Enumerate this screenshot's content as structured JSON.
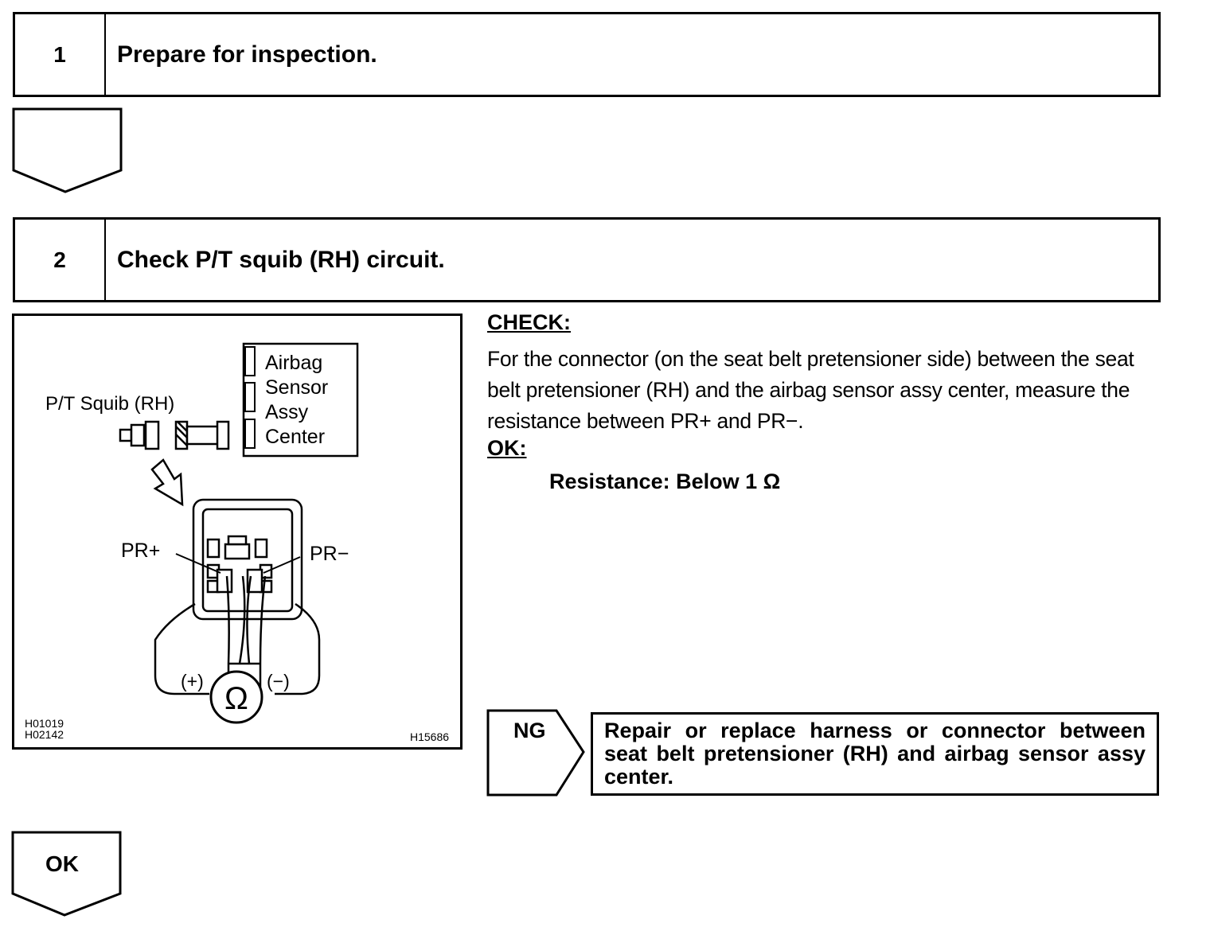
{
  "steps": [
    {
      "number": "1",
      "title": "Prepare for inspection."
    },
    {
      "number": "2",
      "title": "Check P/T squib (RH) circuit."
    }
  ],
  "figure": {
    "squib_label": "P/T Squib (RH)",
    "sensor_label": [
      "Airbag",
      "Sensor",
      "Assy",
      "Center"
    ],
    "pr_plus": "PR+",
    "pr_minus": "PR−",
    "meter_plus": "(+)",
    "meter_minus": "(−)",
    "meter_symbol": "Ω",
    "code_left_1": "H01019",
    "code_left_2": "H02142",
    "code_right": "H15686"
  },
  "check": {
    "heading": "CHECK:",
    "text": "For the connector (on the seat belt pretensioner side) between the seat belt pretensioner (RH) and the airbag sensor assy center, measure the resistance between PR+ and PR−."
  },
  "ok_spec": {
    "heading": "OK:",
    "text": "Resistance: Below 1 Ω"
  },
  "ng": {
    "label": "NG",
    "action": "Repair or replace harness or connector between seat belt pretensioner (RH) and airbag sensor assy center."
  },
  "ok_arrow": {
    "label": "OK"
  }
}
